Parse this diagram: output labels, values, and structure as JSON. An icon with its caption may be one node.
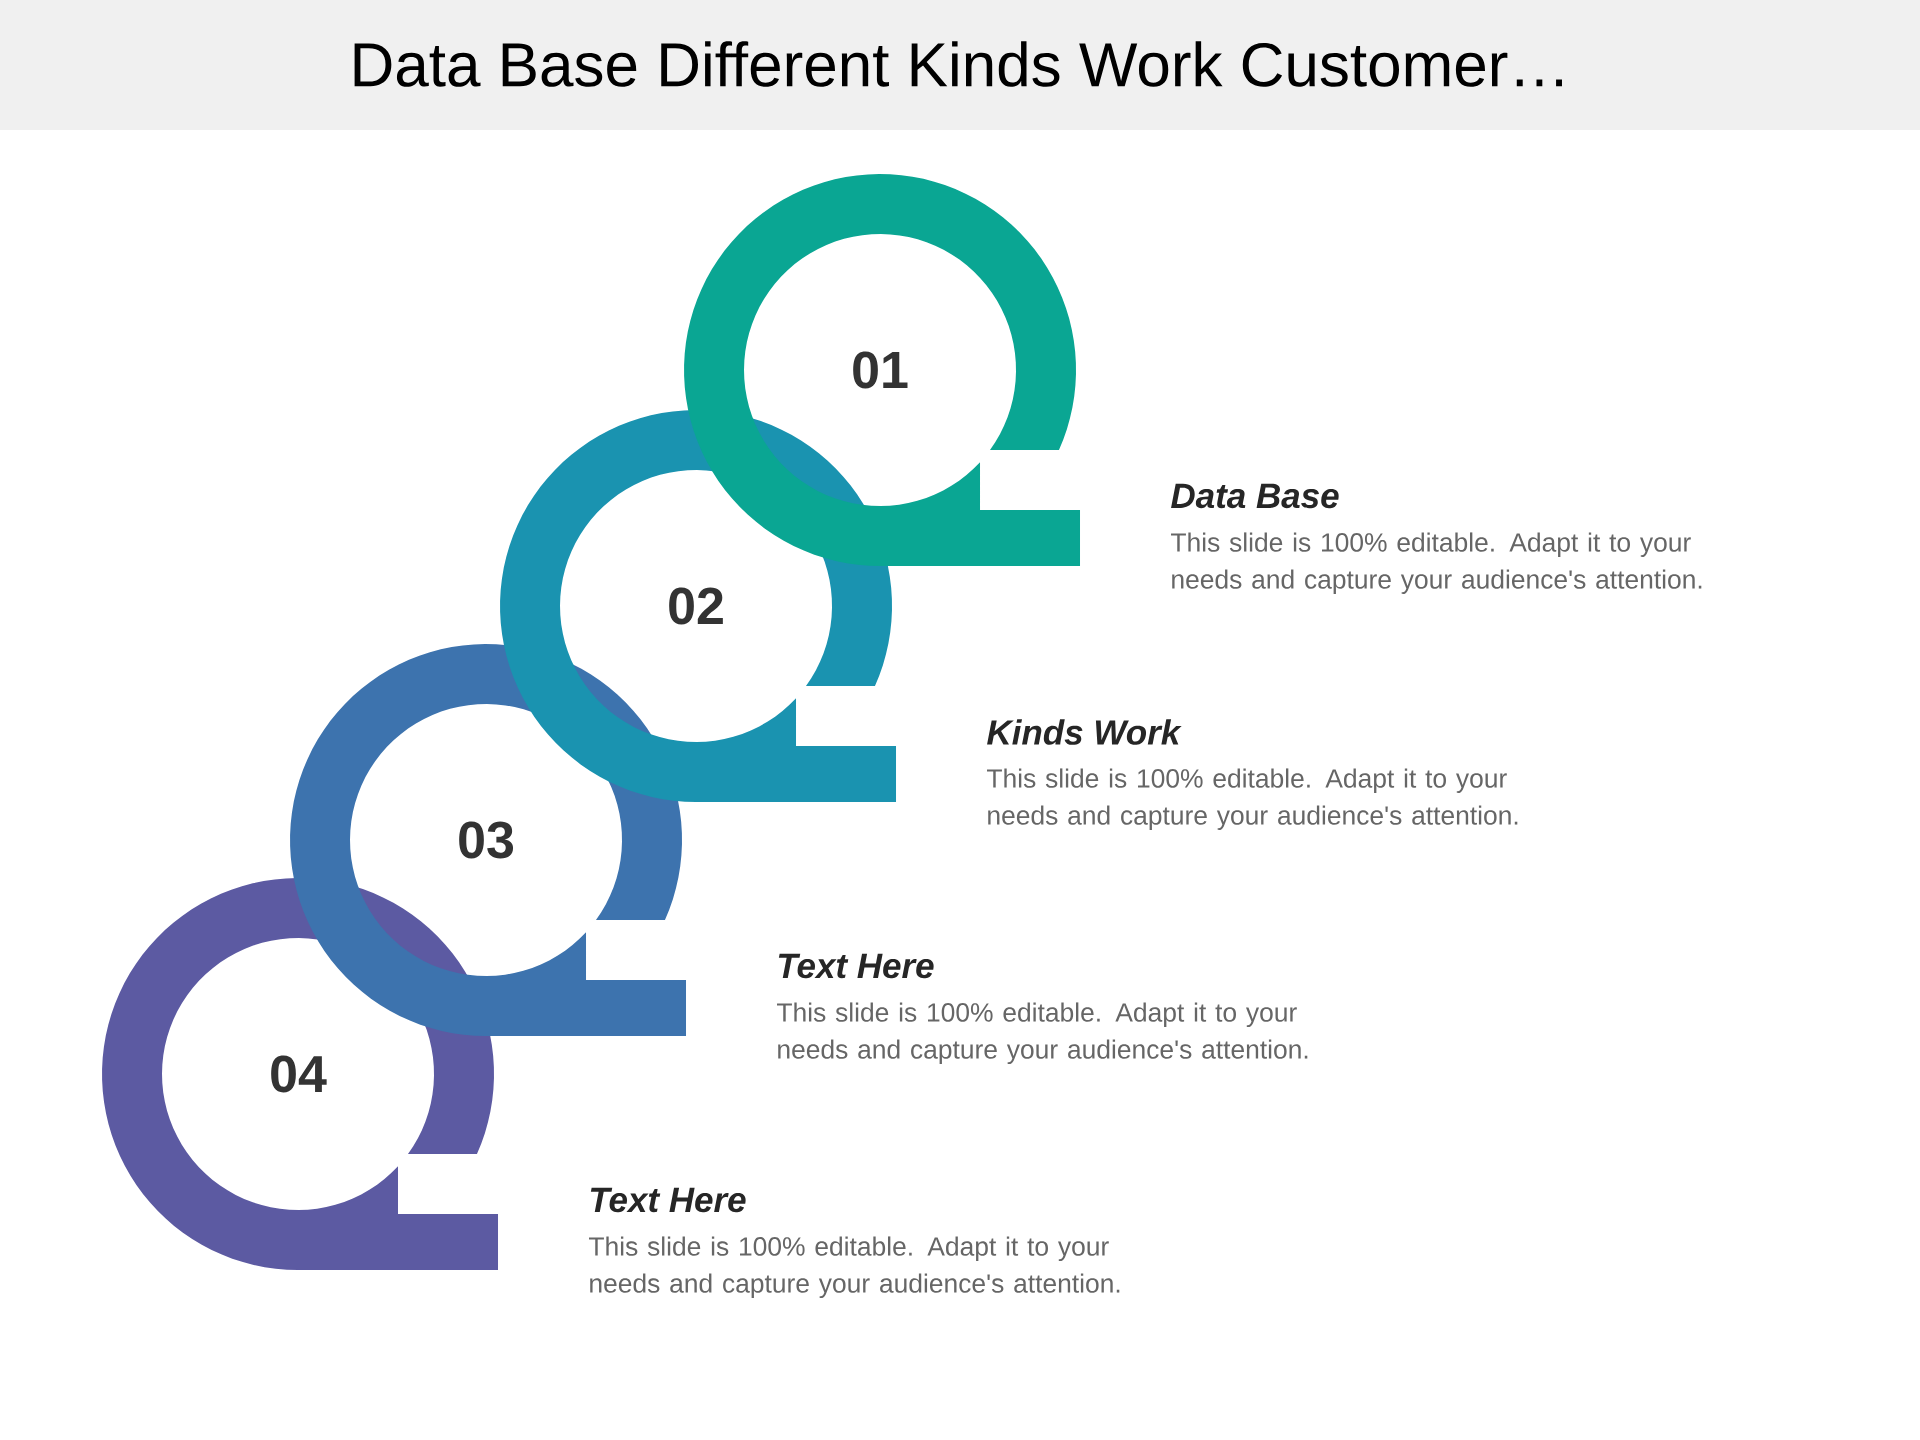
{
  "diagram": {
    "title": "Data Base Different Kinds Work Customer…",
    "nodes": [
      {
        "text": [
          "01"
        ],
        "beside": [
          "Data Base",
          "This slide is 100% editable. Adapt it to your needs and capture your audience's attention."
        ]
      },
      {
        "text": [
          "02"
        ],
        "beside": [
          "Kinds Work",
          "This slide is 100% editable. Adapt it to your needs and capture your audience's attention."
        ]
      },
      {
        "text": [
          "03"
        ],
        "beside": [
          "Text Here",
          "This slide is 100% editable. Adapt it to your needs and capture your audience's attention."
        ]
      },
      {
        "text": [
          "04"
        ],
        "beside": [
          "Text Here",
          "This slide is 100% editable. Adapt it to your needs and capture your audience's attention."
        ]
      }
    ]
  }
}
